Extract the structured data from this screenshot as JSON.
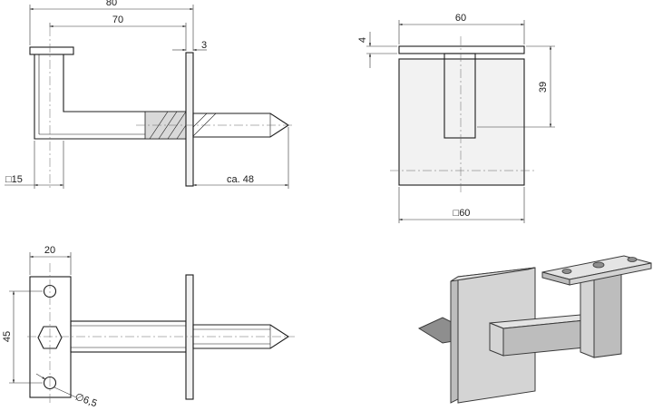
{
  "dimensions": {
    "side_total_length": "80",
    "side_arm_length": "70",
    "side_plate_thickness": "3",
    "side_bar_square": "□15",
    "side_screw_length": "ca. 48",
    "front_plate_width": "60",
    "front_top_thickness": "4",
    "front_height": "39",
    "front_base_square": "□60",
    "top_width": "20",
    "top_hole_spacing": "45",
    "top_hole_diameter": "∅6,5"
  },
  "colors": {
    "line": "#1c1c1c",
    "iso_face": "#d4d4d4"
  }
}
